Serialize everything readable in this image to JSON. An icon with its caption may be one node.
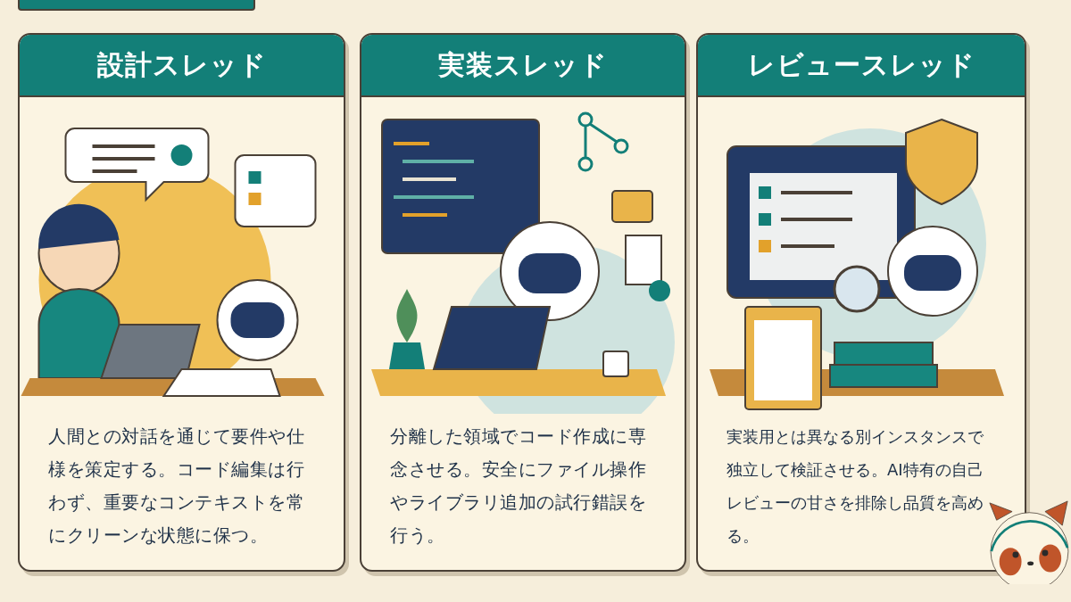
{
  "diagram": {
    "nodes": [
      {
        "text": [
          "設計スレッド",
          "人間との対話を通じて要件や仕様を策定する。コード編集は行わず、重要なコンテキストを常にクリーンな状態に保つ。"
        ]
      },
      {
        "text": [
          "実装スレッド",
          "分離した領域でコード作成に専念させる。安全にファイル操作やライブラリ追加の試行錯誤を行う。"
        ]
      },
      {
        "text": [
          "レビュースレッド",
          "実装用とは異なる別インスタンスで独立して検証させる。AI特有の自己レビューの甘さを排除し品質を高める。"
        ]
      }
    ]
  }
}
